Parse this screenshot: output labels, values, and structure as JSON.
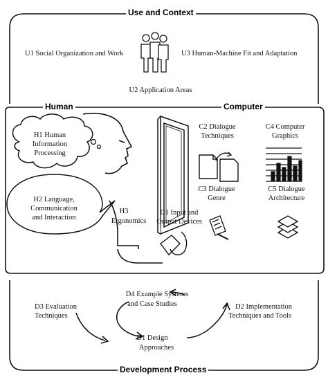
{
  "sections": {
    "use_context": "Use and Context",
    "human": "Human",
    "computer": "Computer",
    "development": "Development Process"
  },
  "use": {
    "u1": "U1 Social Organization and Work",
    "u2": "U2 Application Areas",
    "u3": "U3 Human-Machine Fit and Adaptation"
  },
  "human": {
    "h1": [
      "H1 Human",
      "Information",
      "Processing"
    ],
    "h2": [
      "H2 Language,",
      "Communication",
      "and Interaction"
    ],
    "h3": [
      "H3",
      "Ergonomics"
    ]
  },
  "computer": {
    "c1": [
      "C1 Input and",
      "Output Devices"
    ],
    "c2": [
      "C2 Dialogue",
      "Techniques"
    ],
    "c3": [
      "C3 Dialogue",
      "Genre"
    ],
    "c4": [
      "C4 Computer",
      "Graphics"
    ],
    "c5": [
      "C5 Dialogue",
      "Architecture"
    ]
  },
  "development": {
    "d1": [
      "D1 Design",
      "Approaches"
    ],
    "d2": [
      "D2 Implementation",
      "Techniques and Tools"
    ],
    "d3": [
      "D3 Evaluation",
      "Techniques"
    ],
    "d4": [
      "D4 Example Systems",
      "and Case Studies"
    ]
  },
  "icons": [
    "people-group-icon",
    "head-profile-icon",
    "monitor-icon",
    "documents-icon",
    "notepad-icon",
    "graphics-chart-icon",
    "layers-icon",
    "mouse-icon",
    "cycle-arrows-icon"
  ]
}
